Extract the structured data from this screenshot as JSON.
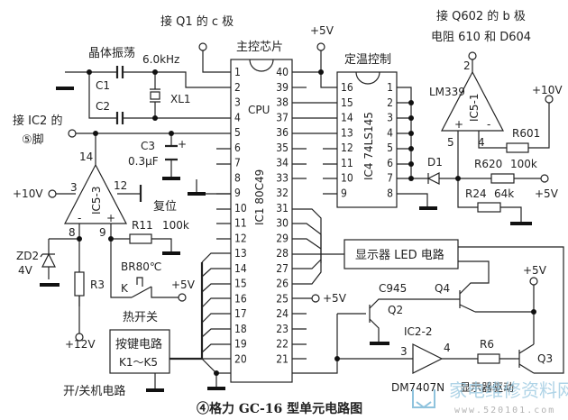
{
  "diagram": {
    "caption": "④格力 GC-16 型单元电路图",
    "main_chip": {
      "title": "主控芯片",
      "cpu_label": "CPU",
      "part": "IC1  80C49",
      "left_pins": [
        "1",
        "2",
        "3",
        "4",
        "5",
        "6",
        "7",
        "8",
        "9",
        "10",
        "11",
        "12",
        "13",
        "14",
        "15",
        "16",
        "17",
        "18",
        "19",
        "20"
      ],
      "right_pins": [
        "40",
        "39",
        "38",
        "37",
        "36",
        "35",
        "34",
        "33",
        "32",
        "31",
        "30",
        "29",
        "28",
        "27",
        "26",
        "25",
        "24",
        "23",
        "22",
        "21"
      ]
    },
    "temp_chip": {
      "title": "定温控制",
      "part": "IC4  74LS145",
      "left_pins": [
        "16",
        "15",
        "14",
        "13",
        "12",
        "11",
        "10",
        "9"
      ],
      "right_pins": [
        "1",
        "2",
        "3",
        "4",
        "5",
        "6",
        "7",
        "8"
      ]
    },
    "labels": {
      "q1_c": "接 Q1 的 c 极",
      "crystal_title": "晶体振荡",
      "crystal_freq": "6.0kHz",
      "c1": "C1",
      "c2": "C2",
      "xl1": "XL1",
      "ic2_pin5_line1": "接 IC2 的",
      "ic2_pin5_line2": "⑤脚",
      "c3": "C3",
      "c3_val": "0.3μF",
      "plus5v_top": "+5V",
      "q602_line1": "接 Q602 的 b 极",
      "q602_line2": "电阻 610 和 D604",
      "lm339": "LM339",
      "ic5_1": "IC5-1",
      "ic5_1_pin2": "2",
      "ic5_1_pin5": "5",
      "ic5_1_pin4": "4",
      "plus10v_right": "+10V",
      "r601": "R601",
      "r620": "R620",
      "r620_val": "100k",
      "d1": "D1",
      "plus5v_right": "+5V",
      "r24": "R24",
      "r24_val": "64k",
      "ic5_3": "IC5-3",
      "ic5_3_pin14": "14",
      "ic5_3_pin3": "3",
      "ic5_3_pin12": "12",
      "ic5_3_pin8": "8",
      "ic5_3_pin9": "9",
      "plus10v_left": "+10V",
      "reset": "复位",
      "r11": "R11",
      "r11_val": "100k",
      "zd2": "ZD2",
      "zd2_val": "4V",
      "r3": "R3",
      "br80": "BR80℃",
      "k": "K",
      "plus5v_switch": "+5V",
      "thermal_switch": "热开关",
      "plus12v": "+12V",
      "key_circuit_line1": "按键电路",
      "key_circuit_line2": "K1～K5",
      "power_circuit": "开/关机电路",
      "display_led": "显示器 LED 电路",
      "plus5v_pin26": "+5V",
      "c945": "C945",
      "q2": "Q2",
      "q4": "Q4",
      "plus5v_q": "+5V",
      "ic2_2": "IC2-2",
      "ic2_2_pin3": "3",
      "ic2_2_pin4": "4",
      "r6": "R6",
      "q3": "Q3",
      "dm7407": "DM7407N",
      "display_driver": "显示器驱动",
      "plus_sign": "+",
      "minus_sign": "-"
    },
    "watermark": {
      "text": "家电维修资料网",
      "url": "www.520101.com"
    }
  }
}
